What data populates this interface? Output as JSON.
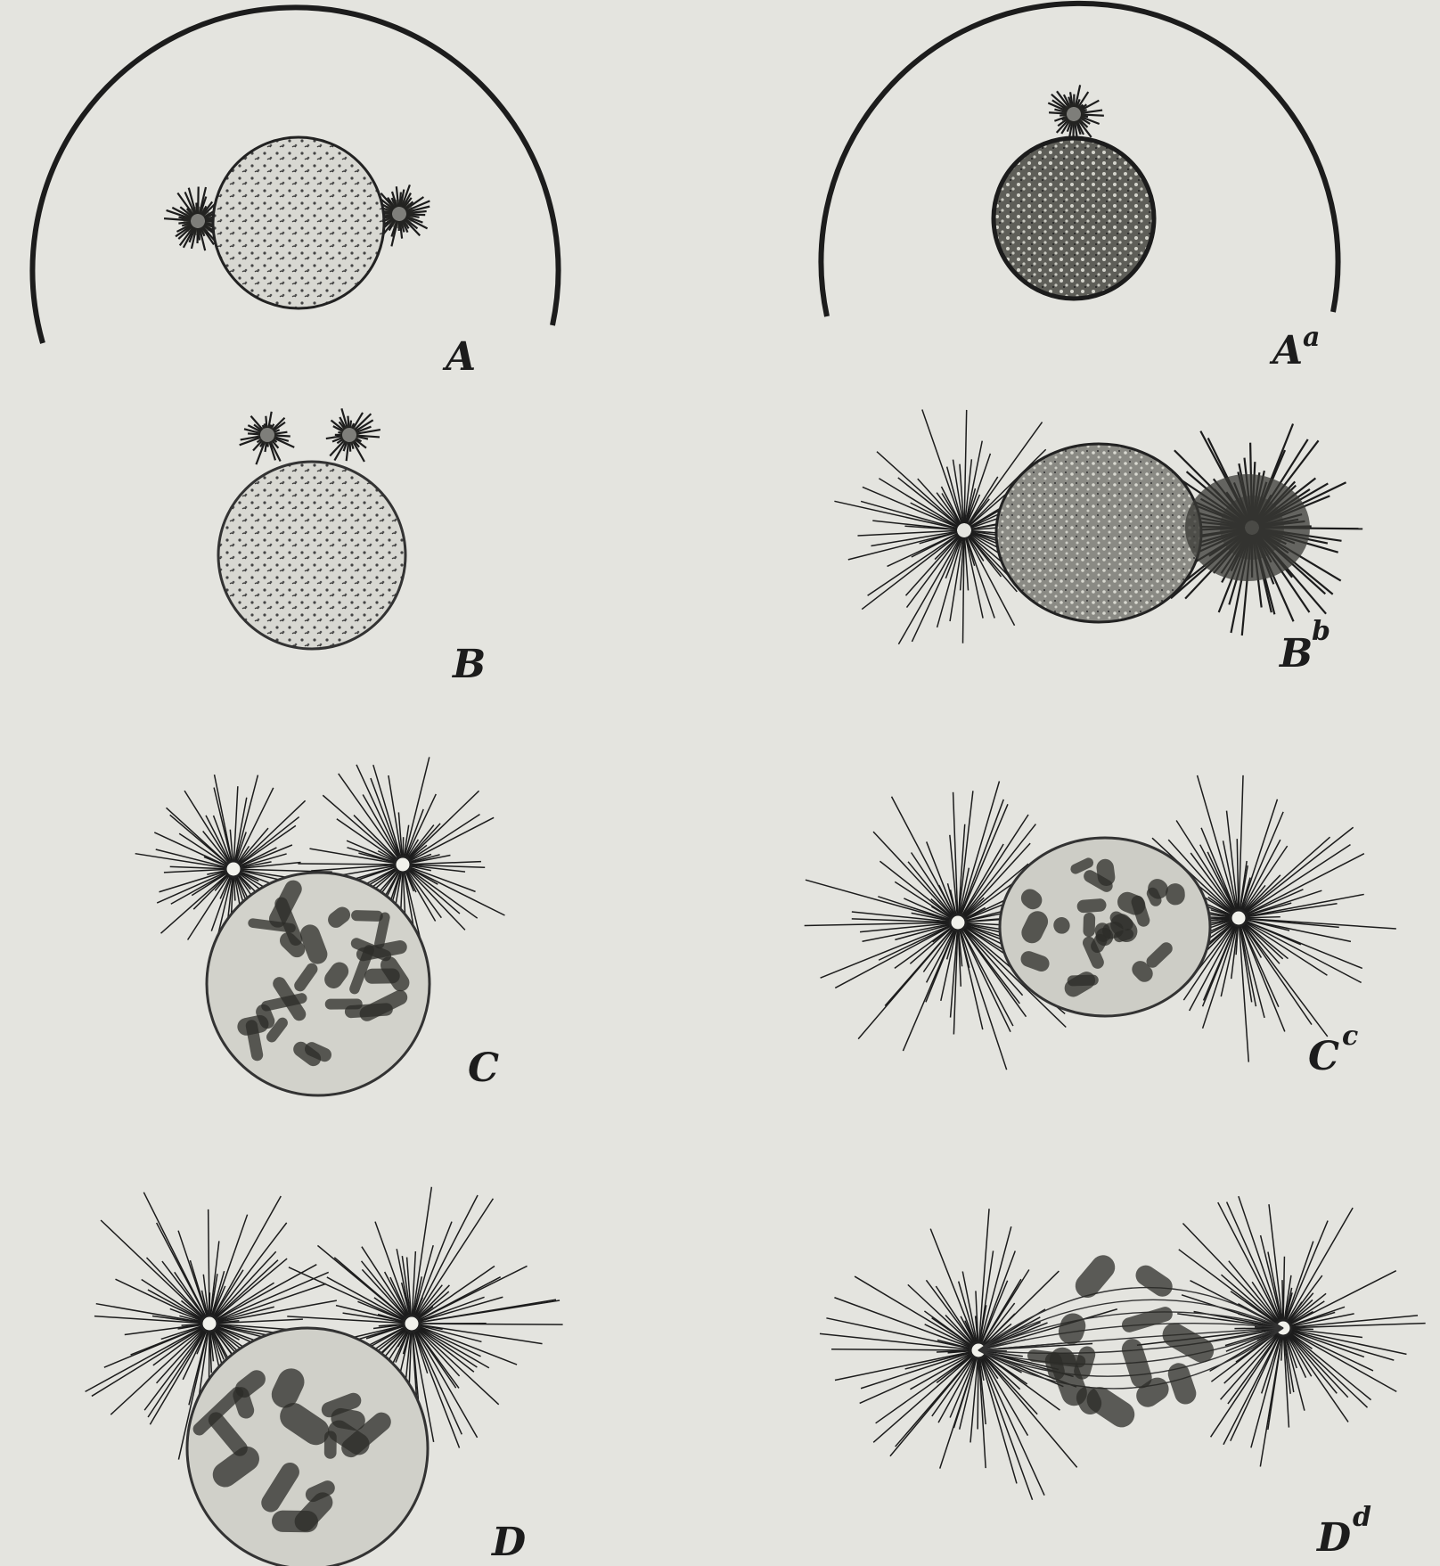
{
  "figure": {
    "panels": [
      {
        "id": "A",
        "label": "A",
        "sup": ""
      },
      {
        "id": "Aa",
        "label": "A",
        "sup": "a"
      },
      {
        "id": "B",
        "label": "B",
        "sup": ""
      },
      {
        "id": "Bb",
        "label": "B",
        "sup": "b"
      },
      {
        "id": "C",
        "label": "C",
        "sup": ""
      },
      {
        "id": "Cc",
        "label": "C",
        "sup": "c"
      },
      {
        "id": "D",
        "label": "D",
        "sup": ""
      },
      {
        "id": "Dd",
        "label": "D",
        "sup": "d"
      }
    ],
    "colors": {
      "paper": "#e4e4df",
      "ink": "#1c1c1c",
      "nucleus_light": "#cfcfc8",
      "nucleus_dark": "#5a5a55"
    }
  }
}
